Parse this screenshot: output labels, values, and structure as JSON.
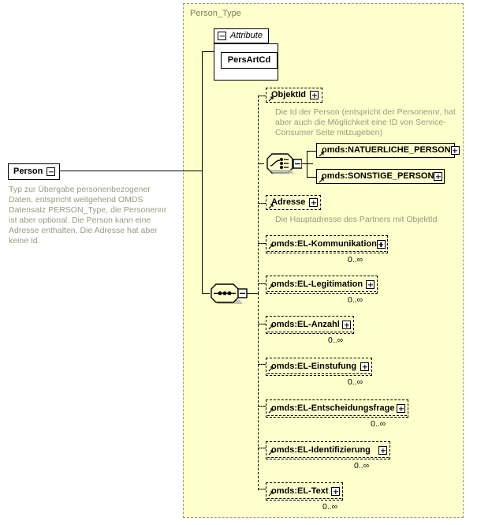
{
  "diagram": {
    "root": {
      "label": "Person",
      "toggle": "minus",
      "annotation": "Typ zur Übergabe personenbezogener Daten, entspricht weitgehend OMDS Datensatz PERSON_Type, die Personennr ist aber optional. Die Person kann eine Adresse enthalten. Die Adresse hat aber keine Id."
    },
    "type_container": {
      "title": "Person_Type"
    },
    "attribute_group": {
      "label": "Attribute",
      "toggle": "minus",
      "attributes": [
        {
          "label": "PersArtCd"
        }
      ]
    },
    "compositors": {
      "choice": "choice-node",
      "sequence": "sequence-node",
      "choice_toggle": "minus",
      "sequence_toggle": "minus"
    },
    "elements": [
      {
        "label": "ObjektId",
        "toggle": "plus",
        "border": "dashed",
        "occurrence": "",
        "annotation": "Die Id der Person (entspricht der Personennr, hat aber auch die Möglichkeit eine ID von Service-Consumer Seite mitzugeben)"
      },
      {
        "label": "omds:NATUERLICHE_PERSON",
        "toggle": "plus",
        "border": "solid",
        "occurrence": "",
        "annotation": ""
      },
      {
        "label": "omds:SONSTIGE_PERSON",
        "toggle": "plus",
        "border": "solid",
        "occurrence": "",
        "annotation": ""
      },
      {
        "label": "Adresse",
        "toggle": "plus",
        "border": "dashed",
        "occurrence": "",
        "annotation": "Die Hauptadresse des Partners mit ObjektId"
      },
      {
        "label": "omds:EL-Kommunikation",
        "toggle": "plus",
        "border": "repeat",
        "occurrence": "0..∞",
        "annotation": ""
      },
      {
        "label": "omds:EL-Legitimation",
        "toggle": "plus",
        "border": "repeat",
        "occurrence": "0..∞",
        "annotation": ""
      },
      {
        "label": "omds:EL-Anzahl",
        "toggle": "plus",
        "border": "repeat",
        "occurrence": "0..∞",
        "annotation": ""
      },
      {
        "label": "omds:EL-Einstufung",
        "toggle": "plus",
        "border": "repeat",
        "occurrence": "0..∞",
        "annotation": ""
      },
      {
        "label": "omds:EL-Entscheidungsfrage",
        "toggle": "plus",
        "border": "repeat",
        "occurrence": "0..∞",
        "annotation": ""
      },
      {
        "label": "omds:EL-Identifizierung",
        "toggle": "plus",
        "border": "repeat",
        "occurrence": "0..∞",
        "annotation": ""
      },
      {
        "label": "omds:EL-Text",
        "toggle": "plus",
        "border": "repeat",
        "occurrence": "0..∞",
        "annotation": ""
      }
    ],
    "colors": {
      "background": "#ffffcc",
      "container_border": "#9a9a7a",
      "title_text": "#808060",
      "annotation_text": "#9a9a80",
      "node_border": "#000000",
      "shadow": "#b4b4b4"
    }
  }
}
